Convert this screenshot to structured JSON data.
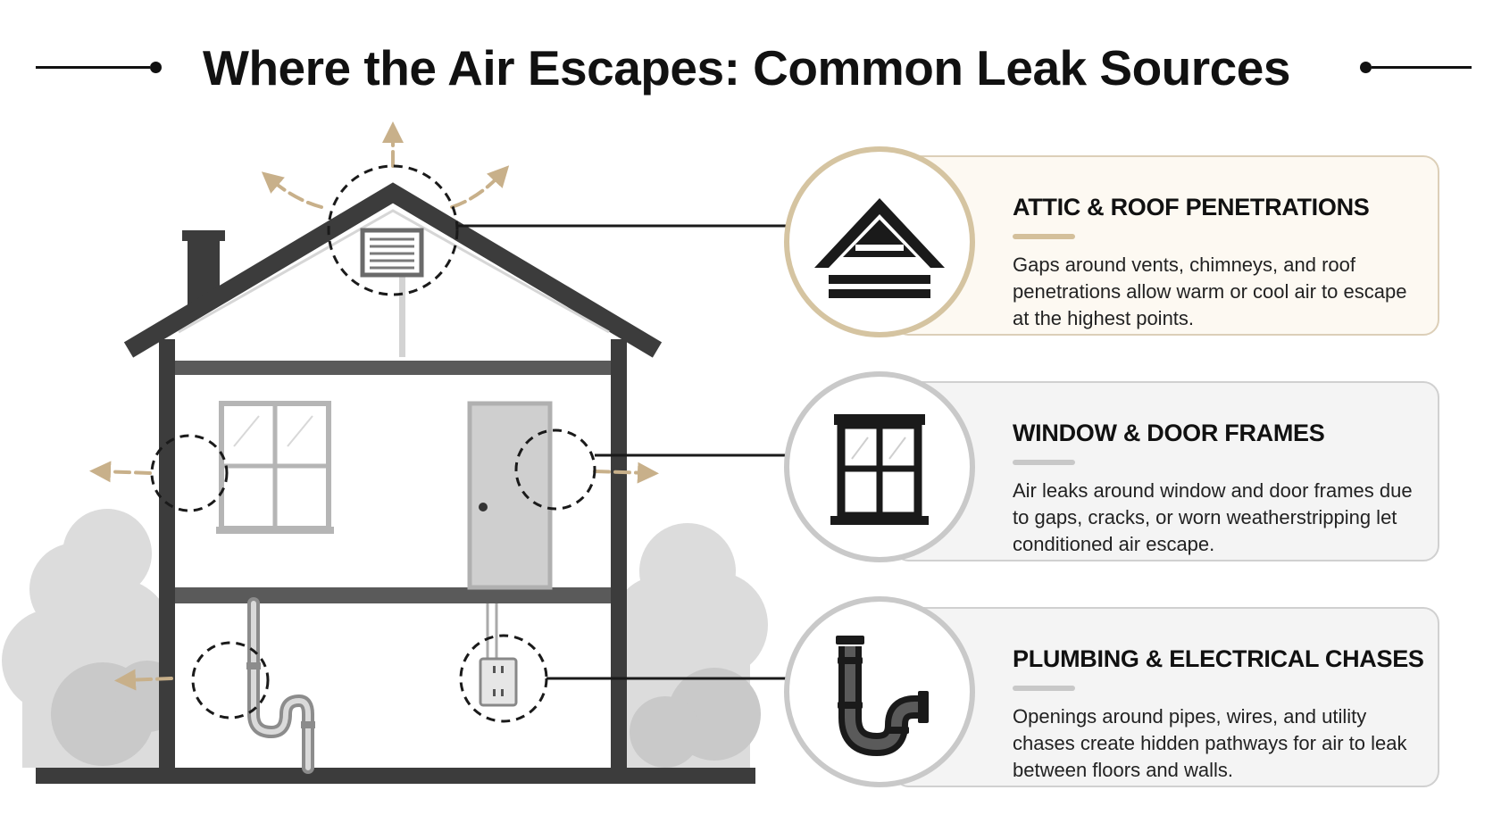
{
  "title": "Where the Air Escapes: Common Leak Sources",
  "colors": {
    "accent": "#c8b08a",
    "house": "#3c3c3c",
    "foliage": "#d9d9d9",
    "card_attic": "#fdf9f2",
    "card_neutral": "#f4f4f4"
  },
  "sources": [
    {
      "title": "ATTIC & ROOF PENETRATIONS",
      "description": "Gaps around vents, chimneys, and roof penetrations allow warm or cool air to escape at the highest points.",
      "icon": "attic-vent-icon"
    },
    {
      "title": "WINDOW & DOOR FRAMES",
      "description": "Air leaks around window and door frames due to gaps, cracks, or worn weatherstripping let conditioned air escape.",
      "icon": "window-icon"
    },
    {
      "title": "PLUMBING & ELECTRICAL CHASES",
      "description": "Openings around pipes, wires, and utility chases create hidden pathways for air to leak between floors and walls.",
      "icon": "pipe-icon"
    }
  ]
}
